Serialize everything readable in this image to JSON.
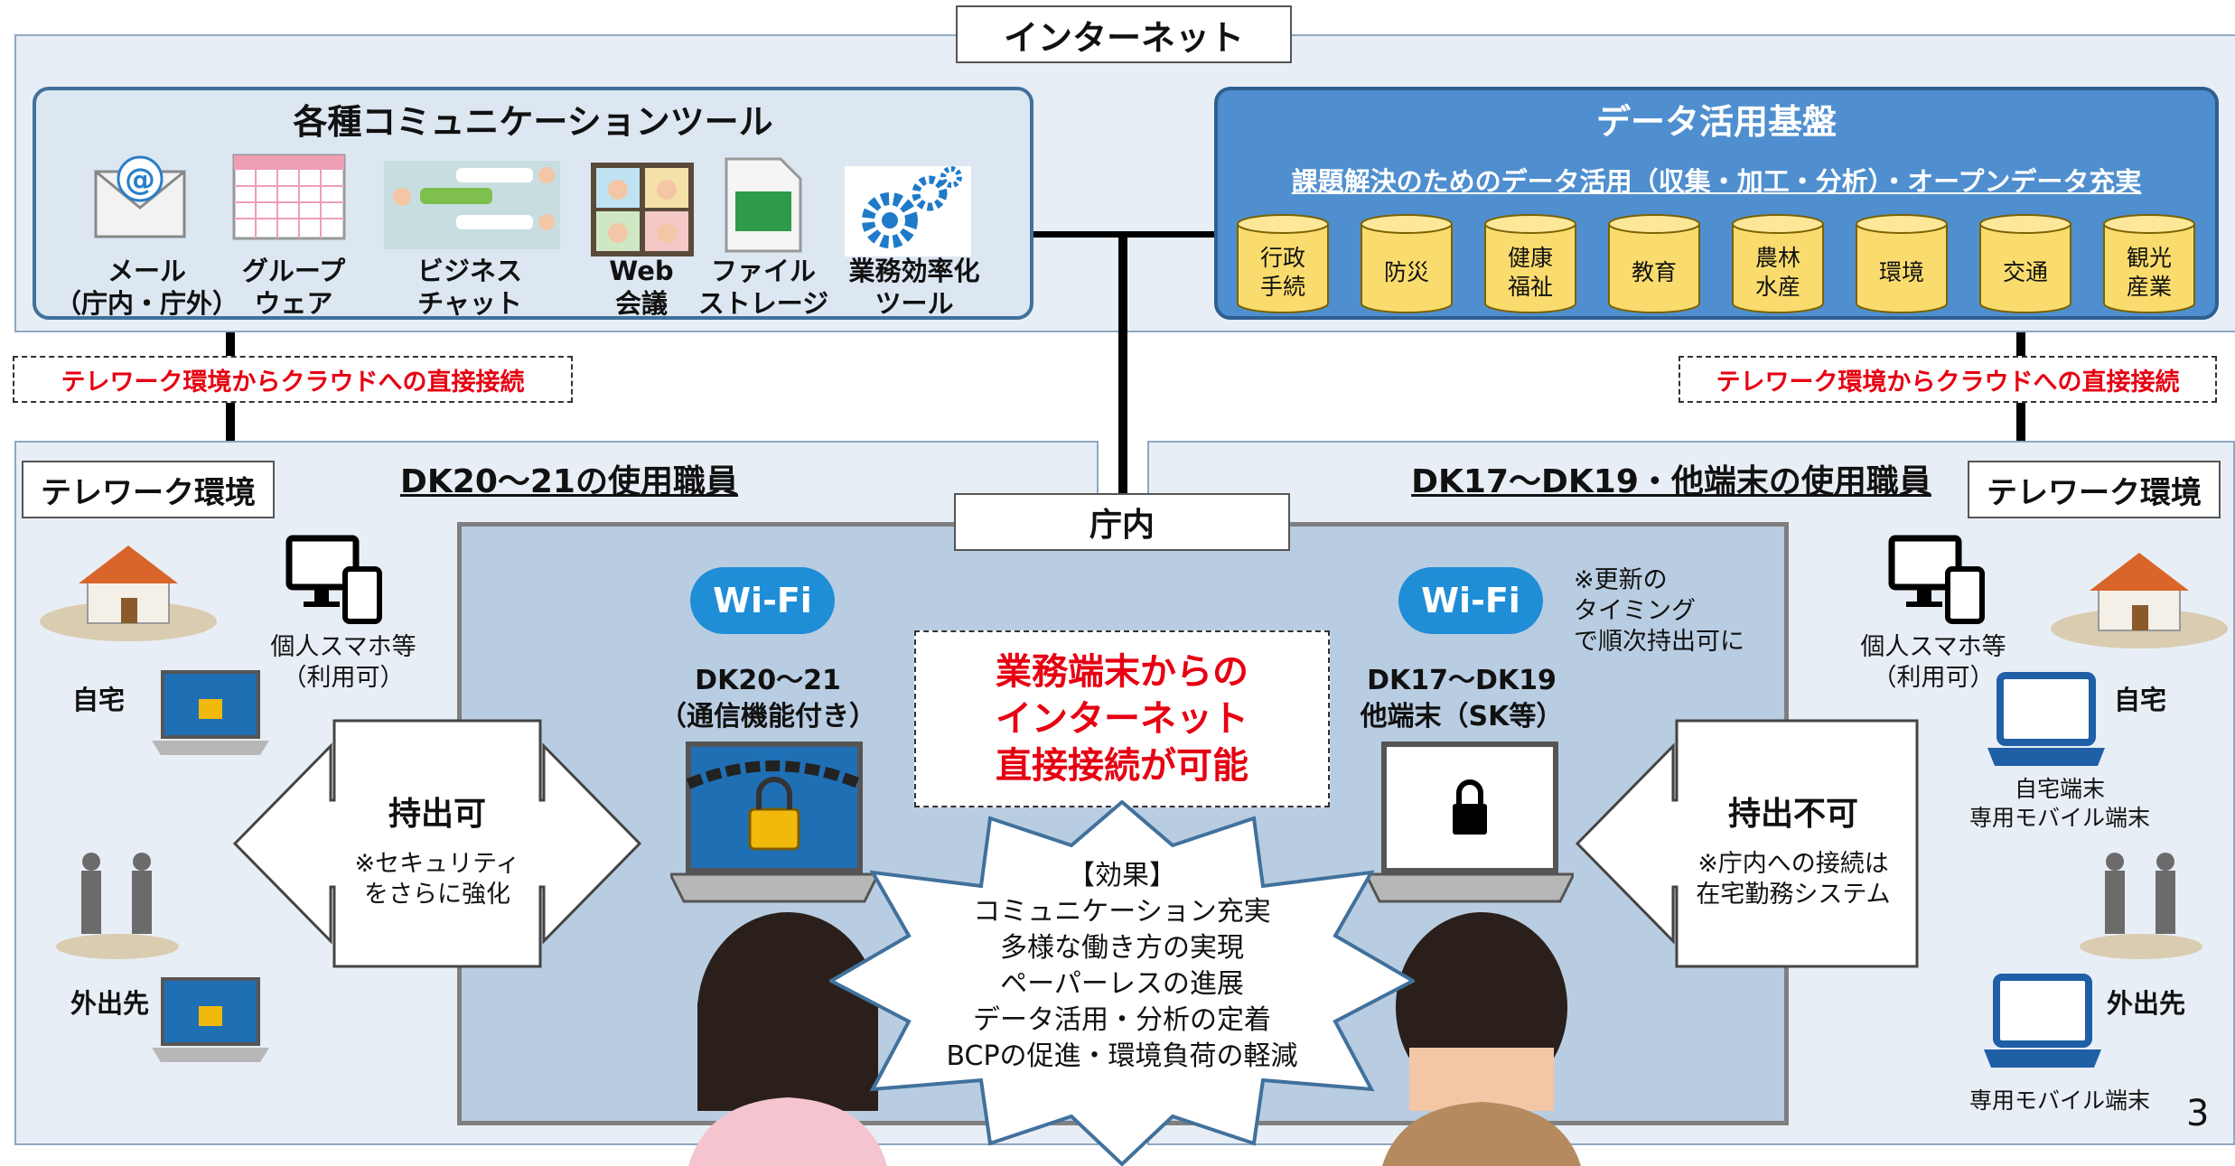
{
  "top": {
    "internet_label": "インターネット",
    "page_number": "3"
  },
  "tools": {
    "title": "各種コミュニケーションツール",
    "items": [
      {
        "label": "メール\n（庁内・庁外）",
        "icon": "mail-icon"
      },
      {
        "label": "グループ\nウェア",
        "icon": "calendar-icon"
      },
      {
        "label": "ビジネス\nチャット",
        "icon": "chat-icon"
      },
      {
        "label": "Web\n会議",
        "icon": "video-meeting-icon"
      },
      {
        "label": "ファイル\nストレージ",
        "icon": "file-icon"
      },
      {
        "label": "業務効率化\nツール",
        "icon": "gears-icon"
      }
    ]
  },
  "data_platform": {
    "title": "データ活用基盤",
    "subtitle": "課題解決のためのデータ活用（収集・加工・分析）・オープンデータ充実",
    "fields": [
      "行政\n手続",
      "防災",
      "健康\n福祉",
      "教育",
      "農林\n水産",
      "環境",
      "交通",
      "観光\n産業"
    ]
  },
  "cloud_direct": "テレワーク環境からクラウドへの直接接続",
  "left": {
    "heading": "DK20～21の使用職員",
    "telework": "テレワーク環境",
    "home": "自宅",
    "outside": "外出先",
    "phone": "個人スマホ等\n（利用可）",
    "device": "DK20～21\n（通信機能付き）",
    "arrow_title": "持出可",
    "arrow_note": "※セキュリティ\nをさらに強化"
  },
  "right": {
    "heading": "DK17～DK19・他端末の使用職員",
    "telework": "テレワーク環境",
    "home": "自宅",
    "outside": "外出先",
    "phone": "個人スマホ等\n（利用可）",
    "device": "DK17～DK19\n他端末（SK等）",
    "update_note": "※更新の\nタイミング\nで順次持出可に",
    "arrow_title": "持出不可",
    "arrow_note": "※庁内への接続は\n在宅勤務システム",
    "home_terminal": "自宅端末\n専用モバイル端末",
    "mobile_terminal": "専用モバイル端末"
  },
  "office": {
    "label": "庁内",
    "wifi": "Wi-Fi",
    "highlight": "業務端末からの\nインターネット\n直接接続が可能"
  },
  "effects": {
    "title": "【効果】",
    "lines": [
      "コミュニケーション充実",
      "多様な働き方の実現",
      "ペーパーレスの進展",
      "データ活用・分析の定着",
      "BCPの促進・環境負荷の軽減"
    ]
  }
}
